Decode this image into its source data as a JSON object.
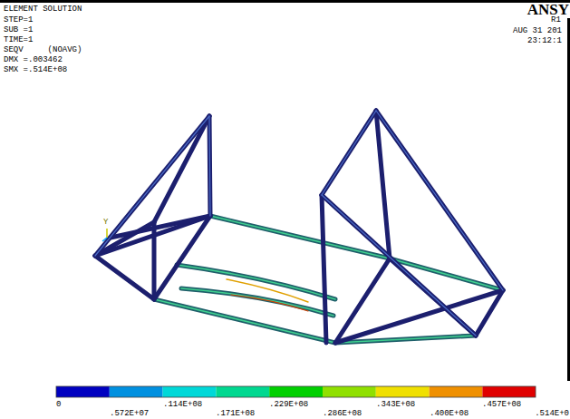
{
  "diagram": {
    "labels": [
      "ELEMENT SOLUTION",
      "STEP=1",
      "SUB =1",
      "TIME=1",
      "SEQV     (NOAVG)",
      "DMX =.003462",
      "SMX =.514E+08",
      "ANSY",
      "R1",
      "AUG 31 201",
      "23:12:1",
      "Y",
      "0",
      ".572E+07",
      ".114E+08",
      ".171E+08",
      ".229E+08",
      ".286E+08",
      ".343E+08",
      ".400E+08",
      ".457E+08",
      ".514E+0"
    ]
  }
}
